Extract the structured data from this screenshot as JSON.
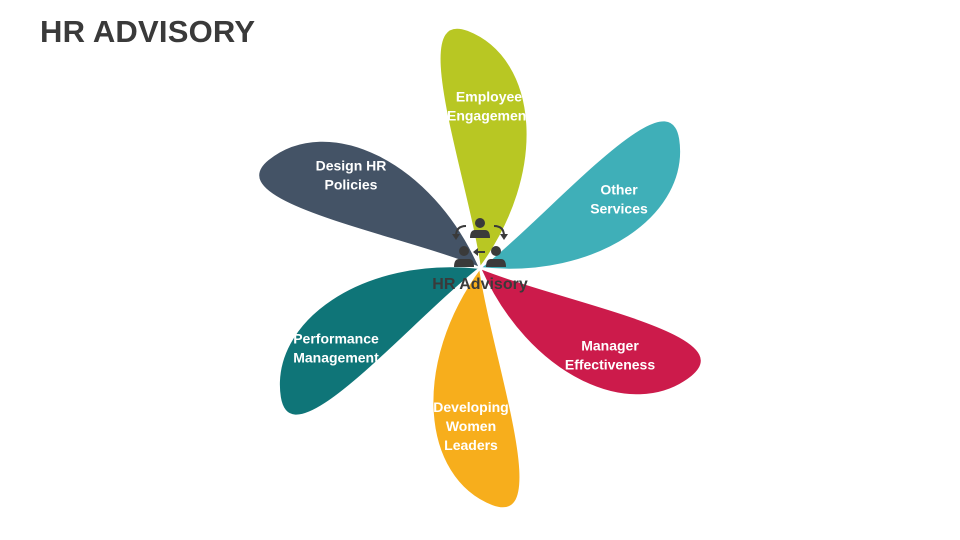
{
  "title": "HR ADVISORY",
  "center": {
    "label": "HR Advisory",
    "icon": "people-exchange-icon"
  },
  "petals": [
    {
      "id": "employee-engagement",
      "lines": [
        "Employee",
        "Engagement"
      ],
      "color": "#B8C723"
    },
    {
      "id": "other-services",
      "lines": [
        "Other",
        "Services"
      ],
      "color": "#3FAFB8"
    },
    {
      "id": "manager-effectiveness",
      "lines": [
        "Manager",
        "Effectiveness"
      ],
      "color": "#CC1B4B"
    },
    {
      "id": "developing-women-leaders",
      "lines": [
        "Developing",
        "Women",
        "Leaders"
      ],
      "color": "#F7AE1C"
    },
    {
      "id": "performance-management",
      "lines": [
        "Performance",
        "Management"
      ],
      "color": "#0F7578"
    },
    {
      "id": "design-hr-policies",
      "lines": [
        "Design HR",
        "Policies"
      ],
      "color": "#445366"
    }
  ]
}
